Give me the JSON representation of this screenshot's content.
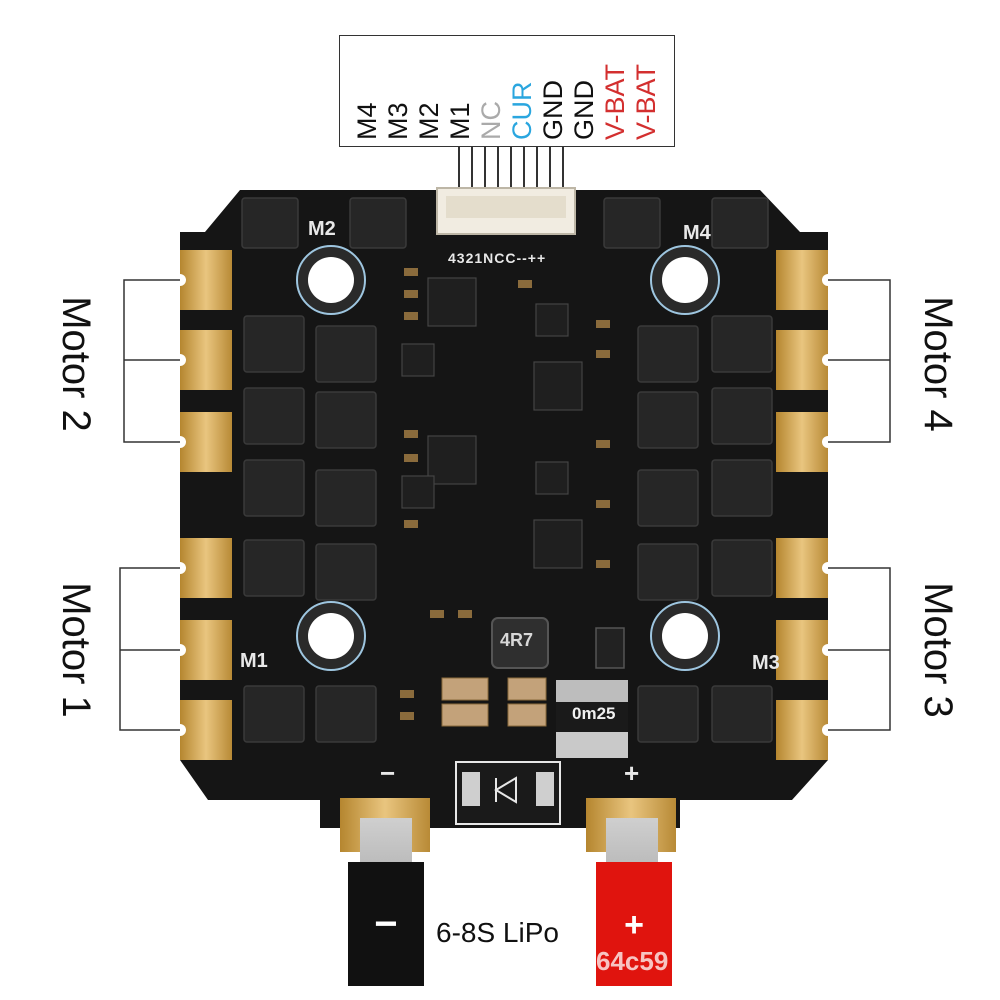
{
  "pinout": {
    "labels": [
      {
        "text": "M4",
        "color": "#111111"
      },
      {
        "text": "M3",
        "color": "#111111"
      },
      {
        "text": "M2",
        "color": "#111111"
      },
      {
        "text": "M1",
        "color": "#111111"
      },
      {
        "text": "NC",
        "color": "#aaaaaa"
      },
      {
        "text": "CUR",
        "color": "#2aa6df"
      },
      {
        "text": "GND",
        "color": "#111111"
      },
      {
        "text": "GND",
        "color": "#111111"
      },
      {
        "text": "V-BAT",
        "color": "#d32f2f"
      },
      {
        "text": "V-BAT",
        "color": "#d32f2f"
      }
    ]
  },
  "connector_silk": "4321NCC--++",
  "motors": {
    "motor1": "Motor 1",
    "motor2": "Motor 2",
    "motor3": "Motor 3",
    "motor4": "Motor 4"
  },
  "board_marks": {
    "m1": "M1",
    "m2": "M2",
    "m3": "M3",
    "m4": "M4",
    "inductor": "4R7",
    "shunt": "0m25",
    "neg": "−",
    "pos": "+"
  },
  "battery": {
    "label": "6-8S LiPo",
    "negative_sign": "−",
    "positive_sign": "+",
    "negative_color": "#111111",
    "positive_color": "#e0140e",
    "watermark": "64c59"
  },
  "colors": {
    "board": "#151515",
    "pad": "#c99a4a",
    "pad_light": "#e7c27c",
    "chip": "#232323"
  }
}
